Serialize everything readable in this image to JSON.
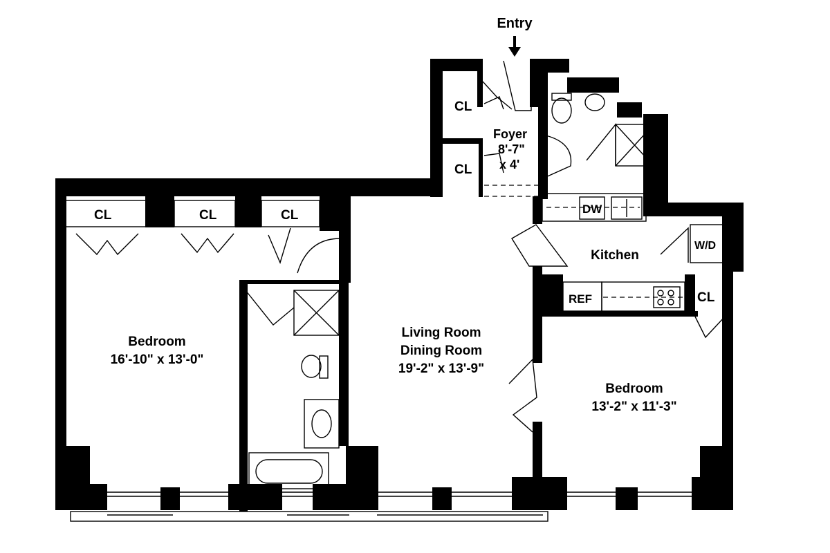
{
  "entry": "Entry",
  "rooms": {
    "foyer": {
      "name": "Foyer",
      "dim1": "8'-7\"",
      "dim2": "x 4'"
    },
    "bedroom_left": {
      "name": "Bedroom",
      "dims": "16'-10\"  x  13'-0\""
    },
    "living": {
      "line1": "Living Room",
      "line2": "Dining Room",
      "dims": "19'-2\"  x  13'-9\""
    },
    "kitchen": {
      "name": "Kitchen"
    },
    "bedroom_right": {
      "name": "Bedroom",
      "dims": "13'-2\"  x  11'-3\""
    }
  },
  "fixtures": {
    "closet": "CL",
    "dishwasher": "DW",
    "washer_dryer": "W/D",
    "refrigerator": "REF"
  }
}
